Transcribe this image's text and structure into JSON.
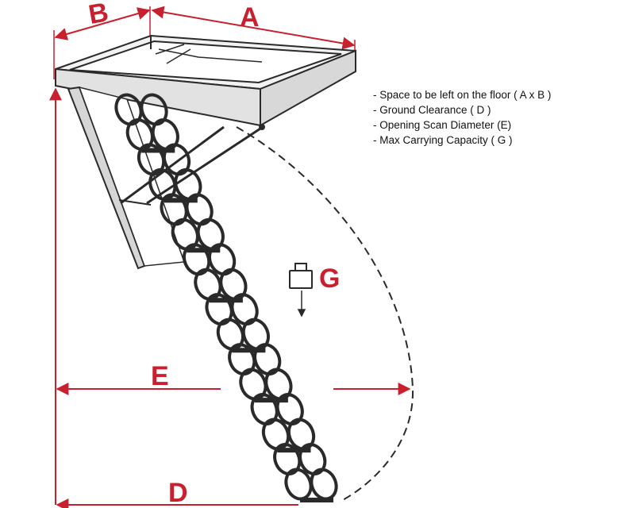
{
  "labels": {
    "a": "A",
    "b": "B",
    "d": "D",
    "e": "E",
    "g": "G"
  },
  "legend": [
    "- Space to be left on the floor ( A x B )",
    "- Ground Clearance ( D )",
    "- Opening Scan Diameter (E)",
    "- Max Carrying Capacity ( G )"
  ],
  "colors": {
    "dimension": "#c8202e",
    "line": "#2a2a2a",
    "frame_fill": "#d8d8d8"
  },
  "icons": {
    "weight": "weight-icon",
    "arrow": "down-arrow-icon"
  }
}
